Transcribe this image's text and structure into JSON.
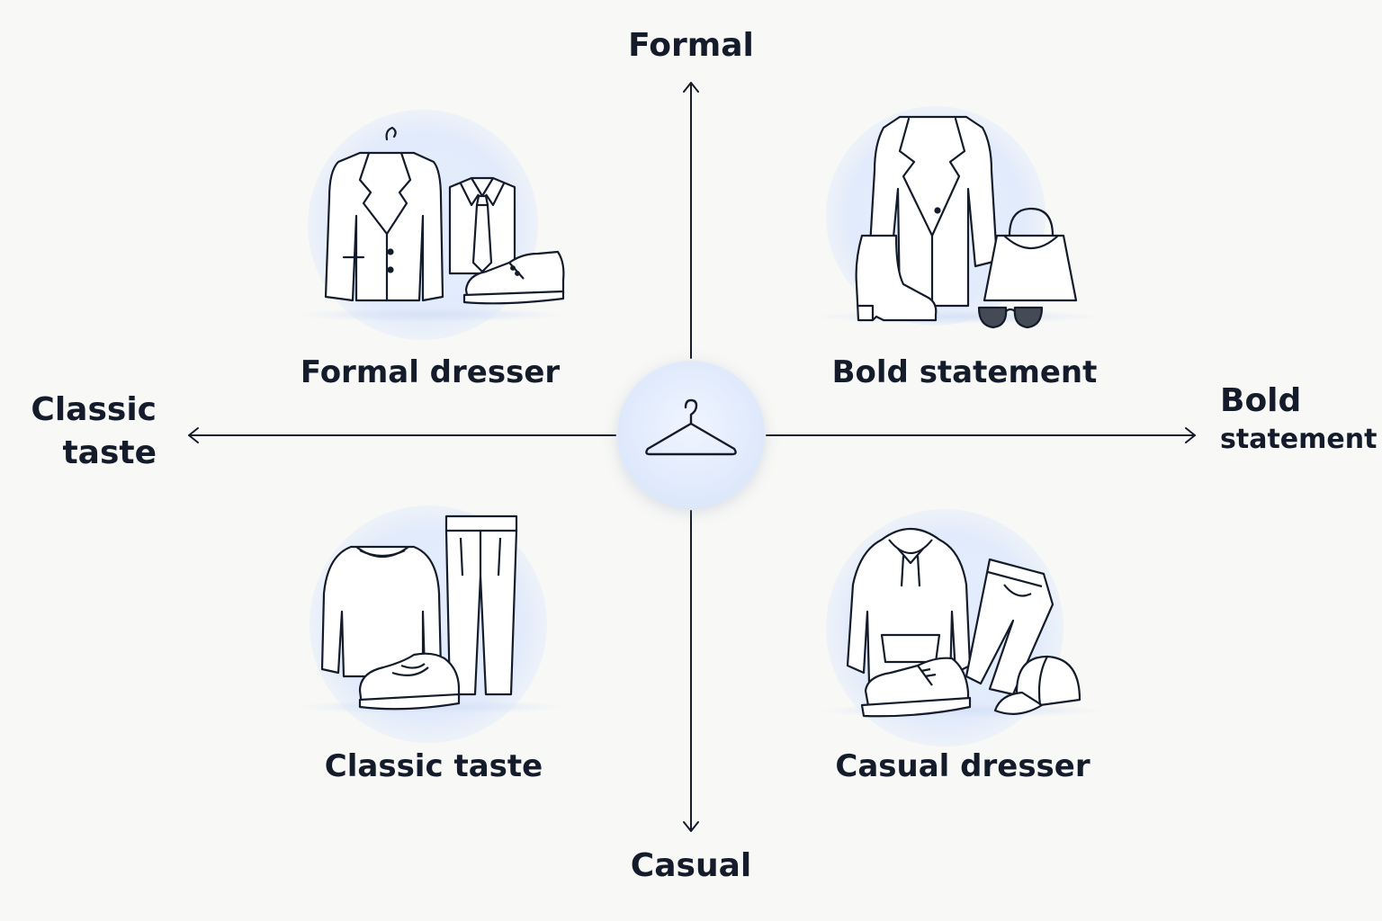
{
  "axes": {
    "top": "Formal",
    "bottom": "Casual",
    "left_line1": "Classic",
    "left_line2": "taste",
    "right_line1": "Bold",
    "right_line2": "statement"
  },
  "quadrants": {
    "top_left": "Formal dresser",
    "top_right": "Bold statement",
    "bottom_left": "Classic taste",
    "bottom_right": "Casual dresser"
  },
  "colors": {
    "ink": "#141c2b",
    "halo": "#dfe9fb",
    "background": "#f8f8f6"
  },
  "icons": {
    "center": "hanger-icon",
    "top_left": [
      "suit-jacket-icon",
      "dress-shirt-tie-icon",
      "oxford-shoe-icon"
    ],
    "top_right": [
      "long-coat-icon",
      "ankle-boot-icon",
      "handbag-icon",
      "sunglasses-icon"
    ],
    "bottom_left": [
      "sweater-icon",
      "trousers-icon",
      "loafer-icon"
    ],
    "bottom_right": [
      "hoodie-icon",
      "jeans-icon",
      "sneaker-icon",
      "cap-icon"
    ]
  }
}
